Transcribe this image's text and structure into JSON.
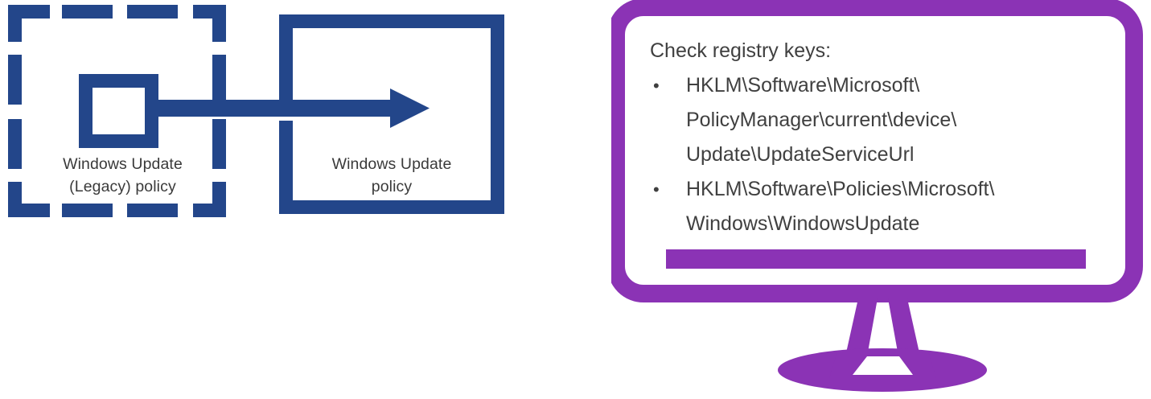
{
  "theme": {
    "policy_blue": "#23468A",
    "monitor_purple": "#8B33B5",
    "text_gray": "#404040",
    "label_gray": "#3a3a3a",
    "background": "#ffffff"
  },
  "left_diagram": {
    "legacy_box": {
      "label_line1": "Windows Update",
      "label_line2": "(Legacy) policy",
      "border_style": "dashed",
      "icon_name": "small-square-node"
    },
    "arrow": {
      "icon_name": "arrow-right-icon",
      "direction": "right"
    },
    "new_box": {
      "label_line1": "Windows Update",
      "label_line2": "policy",
      "border_style": "solid"
    }
  },
  "monitor": {
    "heading": "Check registry keys:",
    "registry_keys": [
      {
        "bullet": "•",
        "lines": [
          "HKLM\\Software\\Microsoft\\",
          "PolicyManager\\current\\device\\",
          "Update\\UpdateServiceUrl"
        ]
      },
      {
        "bullet": "•",
        "lines": [
          "HKLM\\Software\\Policies\\Microsoft\\",
          "Windows\\WindowsUpdate"
        ]
      }
    ],
    "taskbar_name": "screen-taskbar-bar",
    "stand_name": "monitor-stand"
  }
}
